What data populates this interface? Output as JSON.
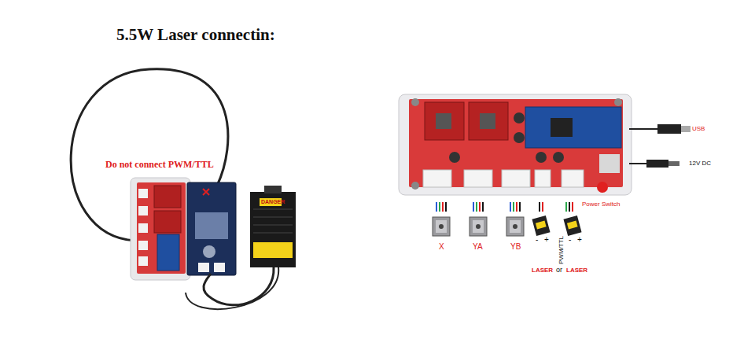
{
  "diagram": {
    "title": "5.5W Laser connectin:",
    "labels": [
      "Do not connect PWM/TTL",
      "DANGER",
      "USB",
      "12V DC",
      "Power Switch",
      "X",
      "YA",
      "YB",
      "-",
      "+",
      "PWM/TTL",
      "-",
      "+",
      "LASER",
      "or",
      "LASER"
    ]
  }
}
